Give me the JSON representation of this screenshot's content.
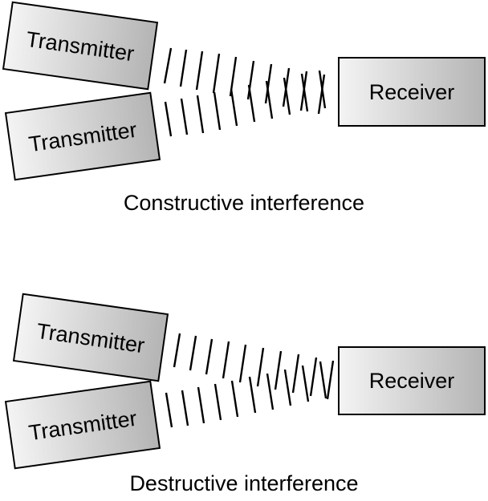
{
  "panels": [
    {
      "id": "constructive",
      "transmitter_top_label": "Transmitter",
      "transmitter_bottom_label": "Transmitter",
      "receiver_label": "Receiver",
      "caption": "Constructive interference"
    },
    {
      "id": "destructive",
      "transmitter_top_label": "Transmitter",
      "transmitter_bottom_label": "Transmitter",
      "receiver_label": "Receiver",
      "caption": "Destructive interference"
    }
  ],
  "colors": {
    "box_gradient_light": "#f4f4f4",
    "box_gradient_dark": "#b4b4b4",
    "stroke": "#000000"
  }
}
